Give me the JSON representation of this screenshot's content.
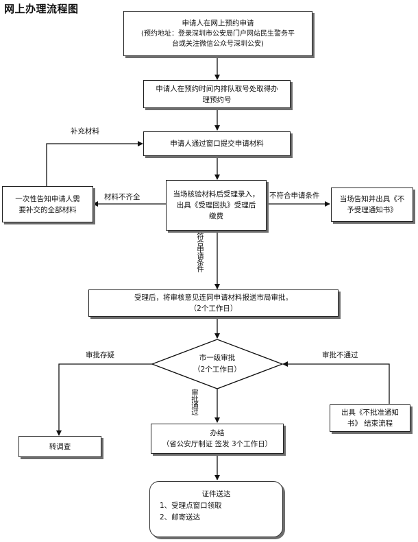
{
  "title": "网上办理流程图",
  "steps": {
    "apply": {
      "line1": "申请人在网上预约申请",
      "line2": "(预约地址：登录深圳市公安局门户网站民生警务平",
      "line3": "台或关注微信公众号深圳公安)"
    },
    "queue": {
      "line1": "申请人在预约时间内排队取号处取得办",
      "line2": "理预约号"
    },
    "submit": {
      "line1": "申请人通过窗口提交申请材料"
    },
    "verify": {
      "line1": "当场核验材料后受理录入，",
      "line2": "出具《受理回执》受理后",
      "line3": "缴费"
    },
    "notify_missing": {
      "line1": "一次性告知申请人需",
      "line2": "要补交的全部材料"
    },
    "reject_notice": {
      "line1": "当场告知并出具《不",
      "line2": "予受理通知书》"
    },
    "forward": {
      "line1": "受理后，将审核意见连同申请材料报送市局审批。",
      "line2": "（2个工作日）"
    },
    "approve": {
      "line1": "市一级审批",
      "line2": "（2个工作日）"
    },
    "transfer": {
      "line1": "转调查"
    },
    "not_approved": {
      "line1": "出具《不批准通知",
      "line2": "书》 结束流程"
    },
    "complete": {
      "line1": "办结",
      "line2": "（省公安厅制证 签发 3个工作日）"
    },
    "delivery": {
      "line1": "证件送达",
      "line2": "1、受理点窗口领取",
      "line3": "2、邮寄送达"
    }
  },
  "edge_labels": {
    "supplement": "补充材料",
    "incomplete": "材料不齐全",
    "not_qualified": "不符合申请条件",
    "qualified": "符合申请条件",
    "doubt": "审批存疑",
    "fail": "审批不通过",
    "pass": "审批通过"
  }
}
